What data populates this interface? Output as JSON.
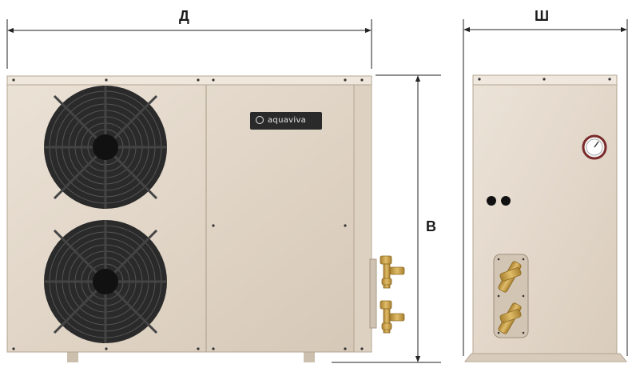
{
  "dimensions": {
    "length_label": "Д",
    "width_label": "Ш",
    "height_label": "В"
  },
  "brand": {
    "name": "aquaviva"
  },
  "colors": {
    "casing": "#e4d9cb",
    "casing_shade": "#d3c6b6",
    "fan": "#2b2b2b",
    "brass": "#c9a24a",
    "dimension_line": "#222222"
  }
}
